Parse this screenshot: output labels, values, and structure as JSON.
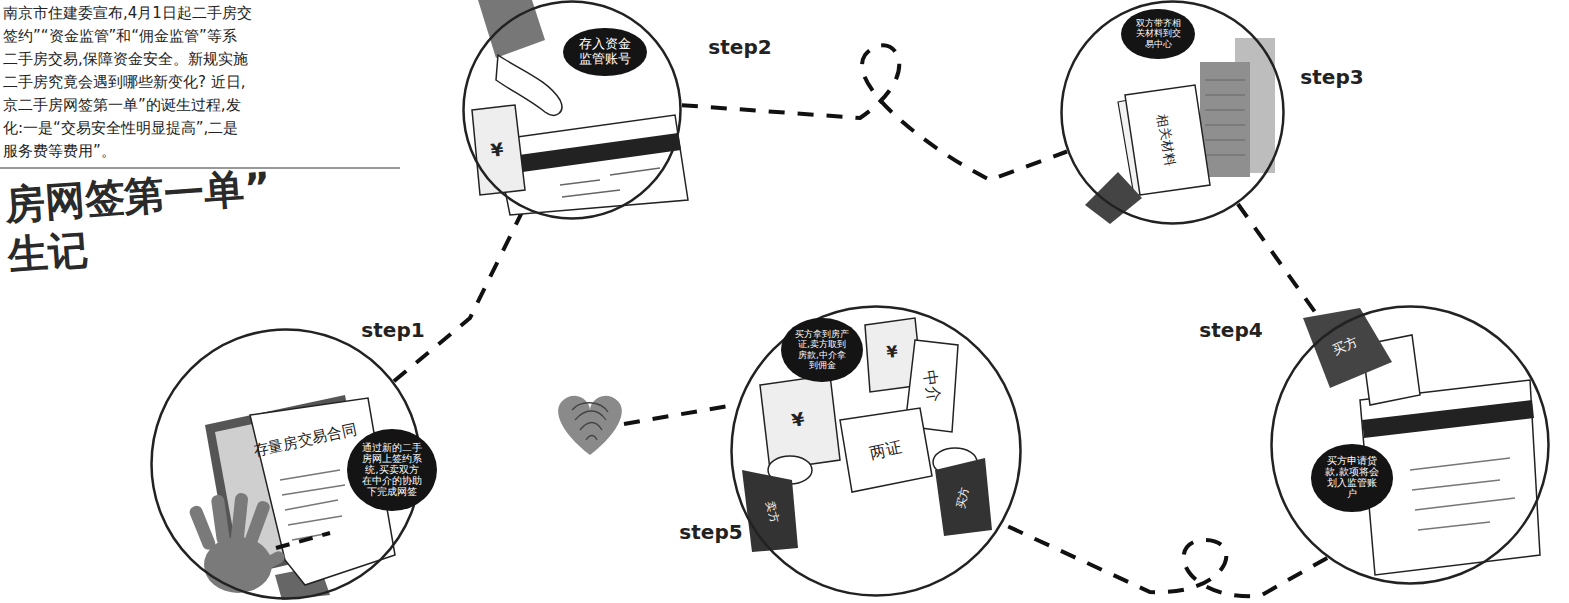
{
  "diagram": {
    "title": "房网签第一单” 生记",
    "nodes": [
      {
        "text": [
          "step1",
          "存量房交易合同",
          "通过新的二手房网上签约系统,买卖双方在中介的协助下完成网签"
        ]
      },
      {
        "text": [
          "step2",
          "存入资金监管账号",
          "¥"
        ]
      },
      {
        "text": [
          "step3",
          "双方带齐相关材料到交易中心",
          "相关材料"
        ]
      },
      {
        "text": [
          "step4",
          "买方",
          "买方申请贷款,款项将会划入监管账户"
        ]
      },
      {
        "text": [
          "step5",
          "买方拿到房产证,卖方取到房款,中介拿到佣金",
          "¥",
          "¥",
          "中介",
          "两证",
          "卖方",
          "买方"
        ]
      }
    ],
    "edges": [
      {
        "from": 0,
        "to": 1,
        "arrow": "none"
      },
      {
        "from": 1,
        "to": 2,
        "arrow": "none"
      },
      {
        "from": 2,
        "to": 3,
        "arrow": "none"
      },
      {
        "from": 3,
        "to": 4,
        "arrow": "none"
      }
    ],
    "labels": [
      "南京市住建委宣布,4月1日起二手房交",
      "签约”“资金监管”和“佣金监管”等系",
      "二手房交易,保障资金安全。新规实施",
      "二手房究竟会遇到哪些新变化? 近日,",
      "京二手房网签第一单”的诞生过程,发",
      "化:一是“交易安全性明显提高”,二是",
      "服务费等费用”。"
    ]
  }
}
